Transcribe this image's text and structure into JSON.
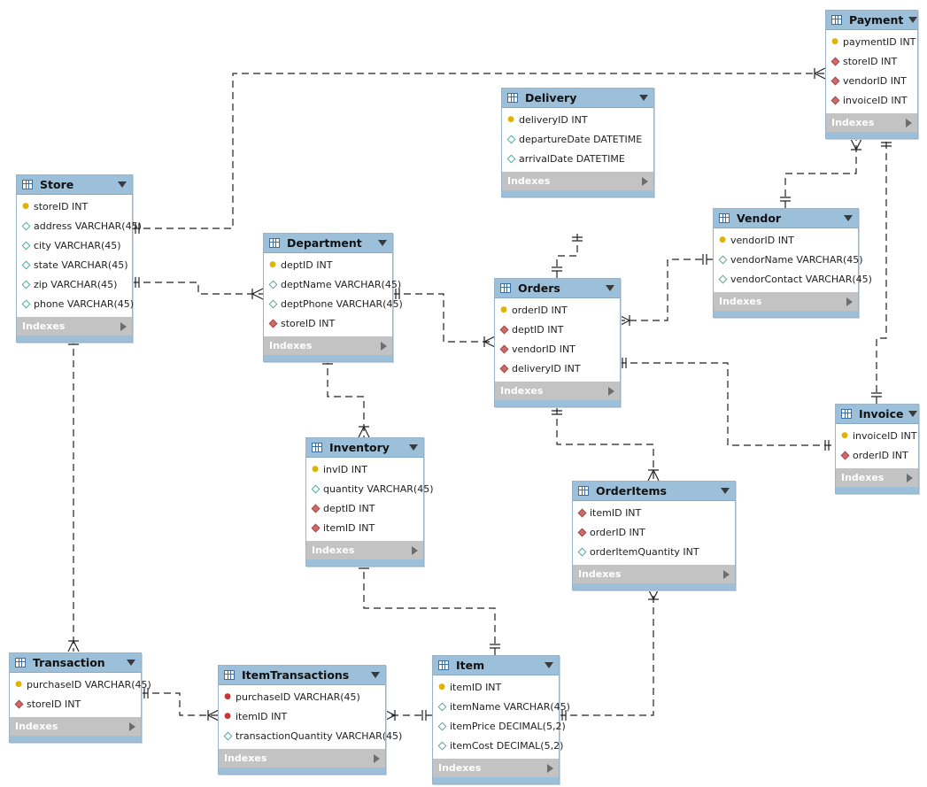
{
  "indexes_label": "Indexes",
  "tables": {
    "payment": {
      "name": "Payment",
      "columns": [
        {
          "text": "paymentID INT",
          "kind": "pk"
        },
        {
          "text": "storeID INT",
          "kind": "fk"
        },
        {
          "text": "vendorID INT",
          "kind": "fk"
        },
        {
          "text": "invoiceID INT",
          "kind": "fk"
        }
      ]
    },
    "delivery": {
      "name": "Delivery",
      "columns": [
        {
          "text": "deliveryID INT",
          "kind": "pk"
        },
        {
          "text": "departureDate DATETIME",
          "kind": "attr"
        },
        {
          "text": "arrivalDate DATETIME",
          "kind": "attr"
        }
      ]
    },
    "store": {
      "name": "Store",
      "columns": [
        {
          "text": "storeID INT",
          "kind": "pk"
        },
        {
          "text": "address VARCHAR(45)",
          "kind": "attr"
        },
        {
          "text": "city VARCHAR(45)",
          "kind": "attr"
        },
        {
          "text": "state VARCHAR(45)",
          "kind": "attr"
        },
        {
          "text": "zip VARCHAR(45)",
          "kind": "attr"
        },
        {
          "text": "phone VARCHAR(45)",
          "kind": "attr"
        }
      ]
    },
    "department": {
      "name": "Department",
      "columns": [
        {
          "text": "deptID INT",
          "kind": "pk"
        },
        {
          "text": "deptName VARCHAR(45)",
          "kind": "attr"
        },
        {
          "text": "deptPhone VARCHAR(45)",
          "kind": "attr"
        },
        {
          "text": "storeID INT",
          "kind": "fk"
        }
      ]
    },
    "vendor": {
      "name": "Vendor",
      "columns": [
        {
          "text": "vendorID INT",
          "kind": "pk"
        },
        {
          "text": "vendorName VARCHAR(45)",
          "kind": "attr"
        },
        {
          "text": "vendorContact VARCHAR(45)",
          "kind": "attr"
        }
      ]
    },
    "orders": {
      "name": "Orders",
      "columns": [
        {
          "text": "orderID INT",
          "kind": "pk"
        },
        {
          "text": "deptID INT",
          "kind": "fk"
        },
        {
          "text": "vendorID INT",
          "kind": "fk"
        },
        {
          "text": "deliveryID INT",
          "kind": "fk"
        }
      ]
    },
    "invoice": {
      "name": "Invoice",
      "columns": [
        {
          "text": "invoiceID INT",
          "kind": "pk"
        },
        {
          "text": "orderID INT",
          "kind": "fk"
        }
      ]
    },
    "inventory": {
      "name": "Inventory",
      "columns": [
        {
          "text": "invID INT",
          "kind": "pk"
        },
        {
          "text": "quantity VARCHAR(45)",
          "kind": "attr"
        },
        {
          "text": "deptID INT",
          "kind": "fk"
        },
        {
          "text": "itemID INT",
          "kind": "fk"
        }
      ]
    },
    "orderitems": {
      "name": "OrderItems",
      "columns": [
        {
          "text": "itemID INT",
          "kind": "fk"
        },
        {
          "text": "orderID INT",
          "kind": "fk"
        },
        {
          "text": "orderItemQuantity INT",
          "kind": "attr"
        }
      ]
    },
    "transaction": {
      "name": "Transaction",
      "columns": [
        {
          "text": "purchaseID VARCHAR(45)",
          "kind": "pk"
        },
        {
          "text": "storeID INT",
          "kind": "fk"
        }
      ]
    },
    "itemtransactions": {
      "name": "ItemTransactions",
      "columns": [
        {
          "text": "purchaseID VARCHAR(45)",
          "kind": "pfk"
        },
        {
          "text": "itemID INT",
          "kind": "pfk"
        },
        {
          "text": "transactionQuantity VARCHAR(45)",
          "kind": "attr"
        }
      ]
    },
    "item": {
      "name": "Item",
      "columns": [
        {
          "text": "itemID INT",
          "kind": "pk"
        },
        {
          "text": "itemName VARCHAR(45)",
          "kind": "attr"
        },
        {
          "text": "itemPrice DECIMAL(5,2)",
          "kind": "attr"
        },
        {
          "text": "itemCost DECIMAL(5,2)",
          "kind": "attr"
        }
      ]
    }
  },
  "relationships": [
    {
      "from": "store",
      "to": "payment",
      "kind": "one-to-many"
    },
    {
      "from": "store",
      "to": "department",
      "kind": "one-to-many"
    },
    {
      "from": "store",
      "to": "transaction",
      "kind": "one-to-many"
    },
    {
      "from": "department",
      "to": "orders",
      "kind": "one-to-many"
    },
    {
      "from": "department",
      "to": "inventory",
      "kind": "one-to-many"
    },
    {
      "from": "delivery",
      "to": "orders",
      "kind": "one-to-one"
    },
    {
      "from": "vendor",
      "to": "orders",
      "kind": "one-to-many"
    },
    {
      "from": "vendor",
      "to": "payment",
      "kind": "one-to-many"
    },
    {
      "from": "invoice",
      "to": "payment",
      "kind": "one-to-one"
    },
    {
      "from": "orders",
      "to": "invoice",
      "kind": "one-to-one"
    },
    {
      "from": "orders",
      "to": "orderitems",
      "kind": "one-to-many"
    },
    {
      "from": "item",
      "to": "orderitems",
      "kind": "one-to-many"
    },
    {
      "from": "item",
      "to": "inventory",
      "kind": "one-to-one"
    },
    {
      "from": "transaction",
      "to": "itemtransactions",
      "kind": "one-to-many"
    },
    {
      "from": "item",
      "to": "itemtransactions",
      "kind": "one-to-many"
    }
  ]
}
